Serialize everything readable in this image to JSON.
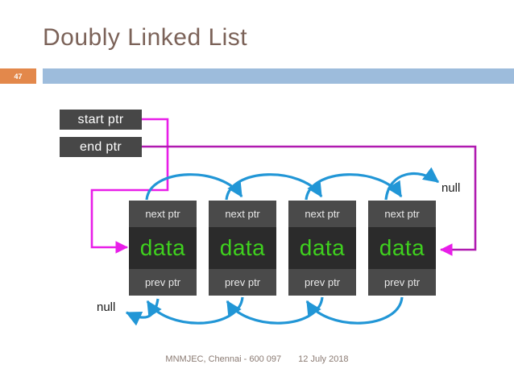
{
  "slide": {
    "title": "Doubly Linked List",
    "number": "47",
    "accent_orange": "#e3884b",
    "accent_blue": "#9dbcdc",
    "title_color": "#7b6258"
  },
  "pointers": {
    "start_label": "start ptr",
    "end_label": "end ptr",
    "wire_color": "#e81ee8"
  },
  "nodes": [
    {
      "next_label": "next ptr",
      "data_label": "data",
      "prev_label": "prev ptr"
    },
    {
      "next_label": "next ptr",
      "data_label": "data",
      "prev_label": "prev ptr"
    },
    {
      "next_label": "next ptr",
      "data_label": "data",
      "prev_label": "prev ptr"
    },
    {
      "next_label": "next ptr",
      "data_label": "data",
      "prev_label": "prev ptr"
    }
  ],
  "node_colors": {
    "box": "#474747",
    "ptr_band": "#4a4a4a",
    "data_band": "#2b2b2b",
    "data_text": "#3fd11e",
    "ptr_text": "#e9e9e9",
    "link_arrow": "#2196d6"
  },
  "terminators": {
    "right_null": "null",
    "left_null": "null"
  },
  "footer": {
    "venue": "MNMJEC, Chennai - 600 097",
    "date": "12 July 2018"
  }
}
